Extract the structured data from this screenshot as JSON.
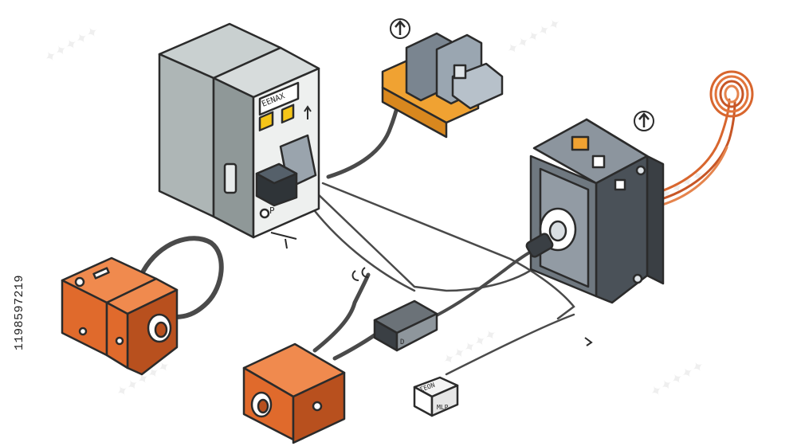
{
  "labels": {
    "panel_label": "ΕΕΝΑΧ",
    "terminal_label": "P",
    "connector_label": "D",
    "small_box_top": "ΣΕΟΝ",
    "small_box_bottom": "MLP",
    "side_stock_id": "1198597219"
  },
  "colors": {
    "outline": "#2b2b2b",
    "cabinet": "#aeb6b6",
    "cabinet_dark": "#8f9898",
    "orange": "#e06a2c",
    "orange_dark": "#b8501e",
    "coil": "#e2753c",
    "rail": "#f0a232",
    "grey_box": "#6f7880",
    "grey_box_dark": "#4a5158",
    "cable": "#4a4a4a"
  }
}
